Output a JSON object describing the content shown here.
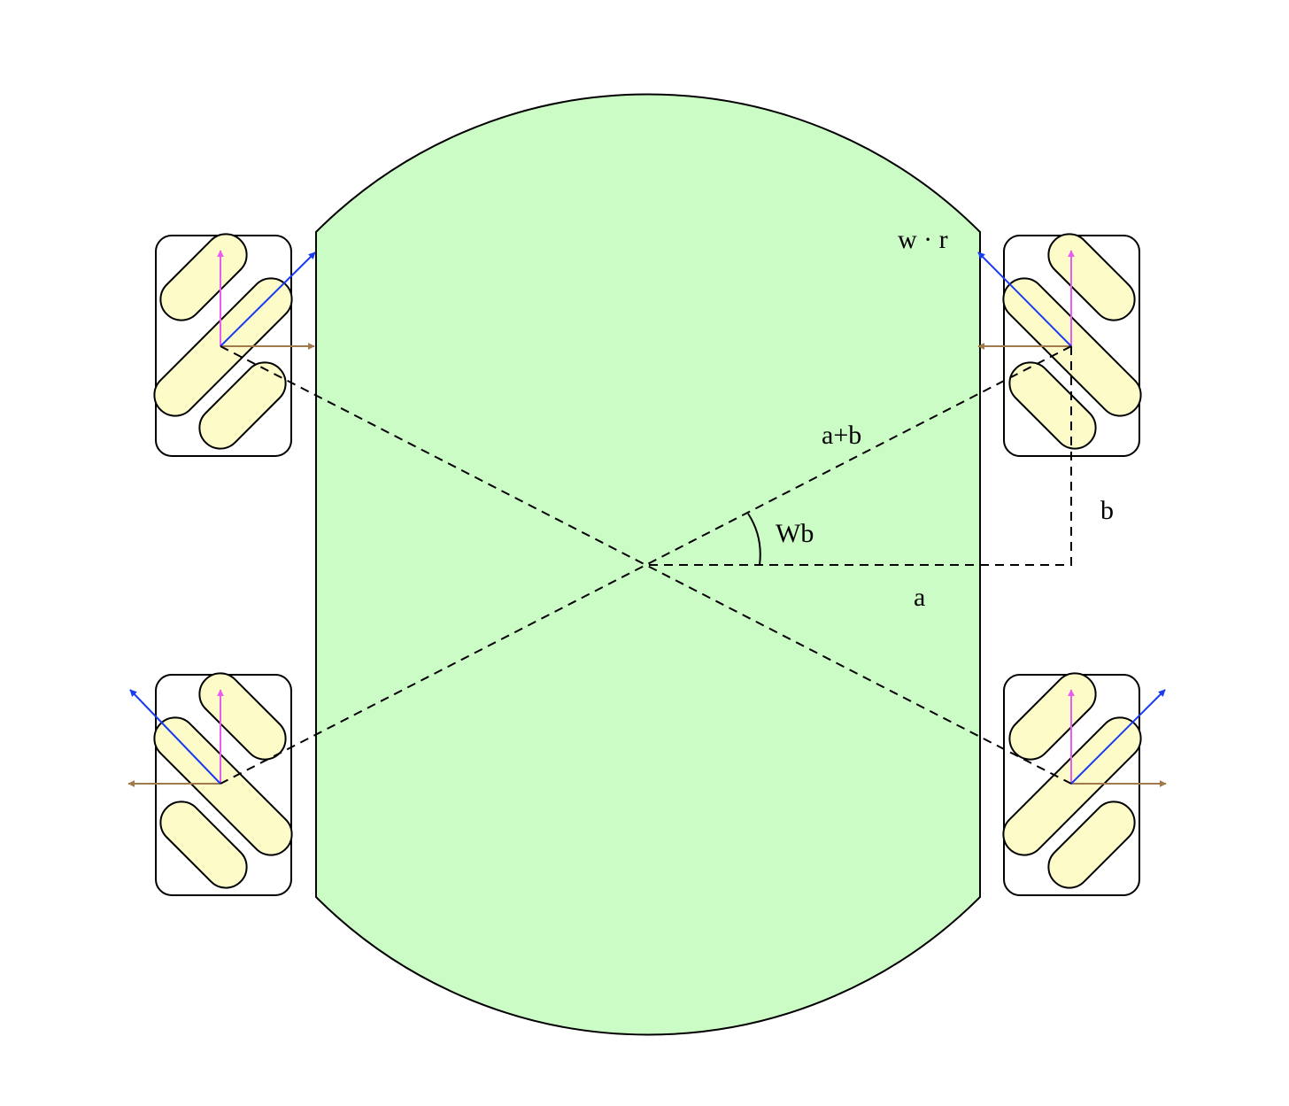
{
  "diagram": {
    "labels": {
      "wr": "w · r",
      "aplusb": "a+b",
      "wb": "Wb",
      "b": "b",
      "a": "a"
    },
    "colors": {
      "background": "#ffffff",
      "body_fill": "#ccfcc6",
      "roller_fill": "#fdfcc8",
      "stroke": "#000000",
      "wheel_velocity_arrow": "#1a3cf0",
      "forward_arrow": "#e85cf0",
      "lateral_arrow": "#a07a4a"
    },
    "wheels": [
      {
        "id": "front-left",
        "roller_direction": "roller-axes-ne",
        "lateral": "right"
      },
      {
        "id": "front-right",
        "roller_direction": "roller-axes-nw",
        "lateral": "left"
      },
      {
        "id": "rear-left",
        "roller_direction": "roller-axes-nw",
        "lateral": "left"
      },
      {
        "id": "rear-right",
        "roller_direction": "roller-axes-ne",
        "lateral": "right"
      }
    ]
  }
}
